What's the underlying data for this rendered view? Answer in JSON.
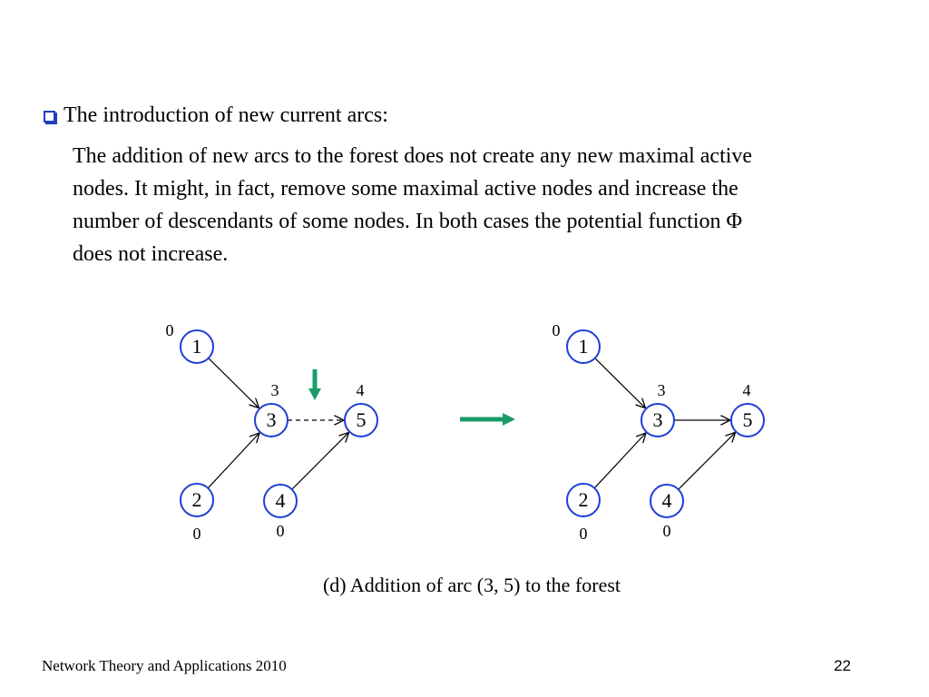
{
  "bullet": {
    "heading": "The introduction of new current arcs:"
  },
  "body": {
    "lines": [
      "The addition of new arcs to the forest does not create any new maximal active",
      "nodes.  It might, in fact, remove some maximal active nodes and increase the",
      "number of descendants of some nodes.  In both cases the potential function Φ",
      "does not increase."
    ]
  },
  "diagram": {
    "colors": {
      "node_stroke": "#1f3fd6",
      "arrow_green": "#1a9c6a"
    },
    "graphs": [
      {
        "nodes": [
          {
            "id": "1",
            "label": "1",
            "potential": "0"
          },
          {
            "id": "3",
            "label": "3",
            "potential": "3"
          },
          {
            "id": "5",
            "label": "5",
            "potential": "4"
          },
          {
            "id": "2",
            "label": "2",
            "potential": "0"
          },
          {
            "id": "4",
            "label": "4",
            "potential": "0"
          }
        ],
        "arcs": [
          {
            "from": "1",
            "to": "3",
            "style": "solid"
          },
          {
            "from": "2",
            "to": "3",
            "style": "solid"
          },
          {
            "from": "4",
            "to": "5",
            "style": "solid"
          },
          {
            "from": "3",
            "to": "5",
            "style": "dashed"
          }
        ]
      },
      {
        "nodes": [
          {
            "id": "1",
            "label": "1",
            "potential": "0"
          },
          {
            "id": "3",
            "label": "3",
            "potential": "3"
          },
          {
            "id": "5",
            "label": "5",
            "potential": "4"
          },
          {
            "id": "2",
            "label": "2",
            "potential": "0"
          },
          {
            "id": "4",
            "label": "4",
            "potential": "0"
          }
        ],
        "arcs": [
          {
            "from": "1",
            "to": "3",
            "style": "solid"
          },
          {
            "from": "2",
            "to": "3",
            "style": "solid"
          },
          {
            "from": "4",
            "to": "5",
            "style": "solid"
          },
          {
            "from": "3",
            "to": "5",
            "style": "solid"
          }
        ]
      }
    ]
  },
  "caption": "(d) Addition of arc (3, 5) to the forest",
  "footer": {
    "title": "Network Theory and Applications 2010",
    "page": "22"
  }
}
